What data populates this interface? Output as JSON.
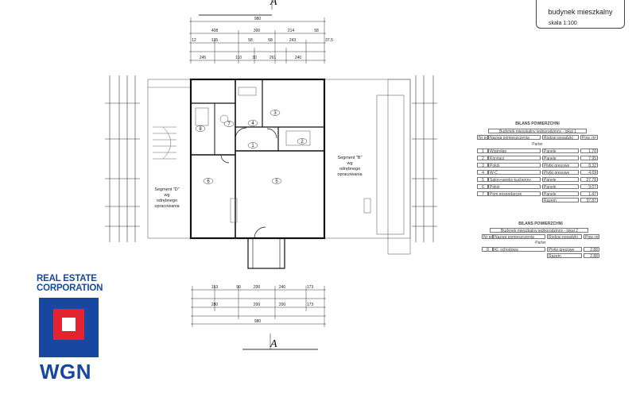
{
  "title_block": {
    "title": "budynek mieszkalny",
    "scale": "skala 1:100"
  },
  "section_marker": "A",
  "segments": {
    "left": [
      "Segment \"D\"",
      "wg",
      "odrębnego",
      "opracowania"
    ],
    "right": [
      "Segment \"B\"",
      "wg",
      "odrębnego",
      "opracowania"
    ]
  },
  "room_tags": [
    "1",
    "2",
    "3",
    "4",
    "5",
    "6",
    "7",
    "8"
  ],
  "dims_top": {
    "total": "980",
    "row2": [
      "408",
      "300",
      "214",
      "58"
    ],
    "row3": [
      "12",
      "135",
      "58",
      "58",
      "243",
      "37.5"
    ],
    "row4": [
      "245",
      "110",
      "30",
      "261",
      "240"
    ]
  },
  "dims_bottom": {
    "row1": [
      "153",
      "90",
      "200",
      "240",
      "173"
    ],
    "row2": [
      "280",
      "200",
      "200",
      "173"
    ],
    "total": "980"
  },
  "table1": {
    "title": "BILANS POWIERZCHNI",
    "subtitle": "Budynek mieszkalny jednorodzinny - lokal 1",
    "columns": [
      "Nr pom.",
      "Nazwa pomieszczenia",
      "Rodzaj posadzki",
      "Pow. m²"
    ],
    "floor": "Parter",
    "rows": [
      [
        "1",
        "Wiatrołap",
        "Panele",
        "1,70"
      ],
      [
        "2",
        "Korytarz",
        "Panele",
        "7,95"
      ],
      [
        "3",
        "Pokój",
        "Płytki gresowe",
        "8,32"
      ],
      [
        "4",
        "W-C",
        "Płytki gresowe",
        "4,69"
      ],
      [
        "5",
        "Salon+aneks kuchenny",
        "Panele",
        "27,78"
      ],
      [
        "6",
        "Pokój",
        "Panele",
        "9,07"
      ],
      [
        "7",
        "Pom.gospodarcze",
        "Panele",
        "1,47"
      ]
    ],
    "total_label": "Razem",
    "total": "37,87"
  },
  "table2": {
    "title": "BILANS POWIERZCHNI",
    "subtitle": "Budynek mieszkalny jednorodzinny - lokal 2",
    "columns": [
      "Nr pom.",
      "Nazwa pomieszczenia",
      "Rodzaj posadzki",
      "Pow. m²"
    ],
    "floor": "Parter",
    "rows": [
      [
        "8",
        "Kl. schodowa",
        "Płytki gresowe",
        "2,88"
      ]
    ],
    "total_label": "Razem",
    "total": "2,88"
  },
  "logo": {
    "line1": "REAL ESTATE",
    "line2": "CORPORATION",
    "brand": "WGN",
    "colors": {
      "blue": "#17479e",
      "red": "#e52330"
    }
  }
}
